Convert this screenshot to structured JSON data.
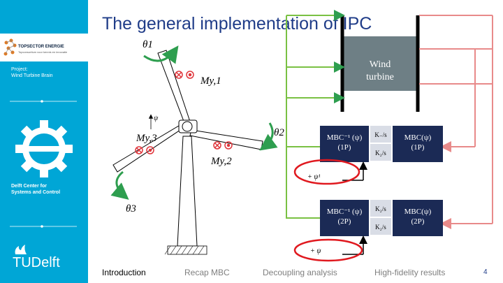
{
  "slide": {
    "title": "The general implementation of IPC",
    "page_number": "4"
  },
  "sidebar": {
    "logo_name": "TOPSECTOR ENERGIE",
    "logo_tagline": "Topconsortium voor kennis en innovatie",
    "project_label": "Project:",
    "project_name": "Wind Turbine Brain",
    "center_line1": "Delft Center for",
    "center_line2": "Systems and Control",
    "university": "TUDelft"
  },
  "diagram": {
    "theta1": "θ1",
    "theta2": "θ2",
    "theta3": "θ3",
    "my1": "My,1",
    "my2": "My,2",
    "my3": "My,3",
    "psi": "ψ",
    "wind_turbine_line1": "Wind",
    "wind_turbine_line2": "turbine",
    "mbc_inv_1p": "MBC⁻¹ (ψ)",
    "mbc_inv_1p_sub": "(1P)",
    "mbc_1p": "MBC(ψ)",
    "mbc_1p_sub": "(1P)",
    "mbc_inv_2p": "MBC⁻¹ (ψ)",
    "mbc_inv_2p_sub": "(2P)",
    "mbc_2p": "MBC(ψ)",
    "mbc_2p_sub": "(2P)",
    "k1_top": "K₋/s",
    "k1_bottom": "K₂/s",
    "k2_top": "K₂/s",
    "k2_bottom": "K₂/s",
    "offset1": "+ ψ¹",
    "offset2": "+ ψ"
  },
  "nav": {
    "items": [
      "Introduction",
      "Recap MBC",
      "Decoupling analysis",
      "High-fidelity results"
    ],
    "active_index": 0
  },
  "colors": {
    "sidebar": "#00a6d6",
    "title": "#1f3c88",
    "green_arrow": "#2e9e4f",
    "pink_line": "#e88a8a",
    "navy_block": "#1b2a55",
    "turbine_box": "#6e7f85"
  }
}
